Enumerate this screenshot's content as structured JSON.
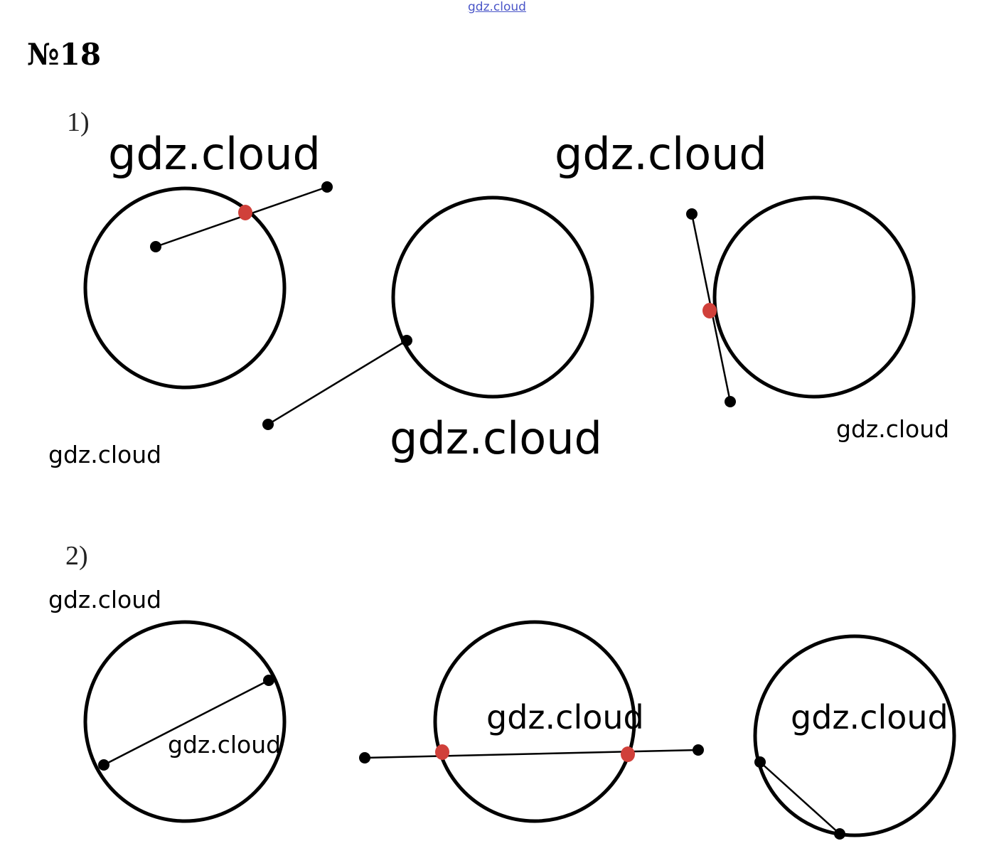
{
  "header": {
    "site": "gdz.cloud"
  },
  "task": {
    "number": "№18"
  },
  "parts": [
    {
      "label": "1)"
    },
    {
      "label": "2)"
    }
  ],
  "watermarks": [
    "gdz.cloud",
    "gdz.cloud",
    "gdz.cloud",
    "gdz.cloud",
    "gdz.cloud",
    "gdz.cloud",
    "gdz.cloud",
    "gdz.cloud",
    "gdz.cloud"
  ],
  "colors": {
    "stroke": "#000000",
    "point": "#000000",
    "intersection": "#d0403a",
    "link": "#4a55c8"
  }
}
